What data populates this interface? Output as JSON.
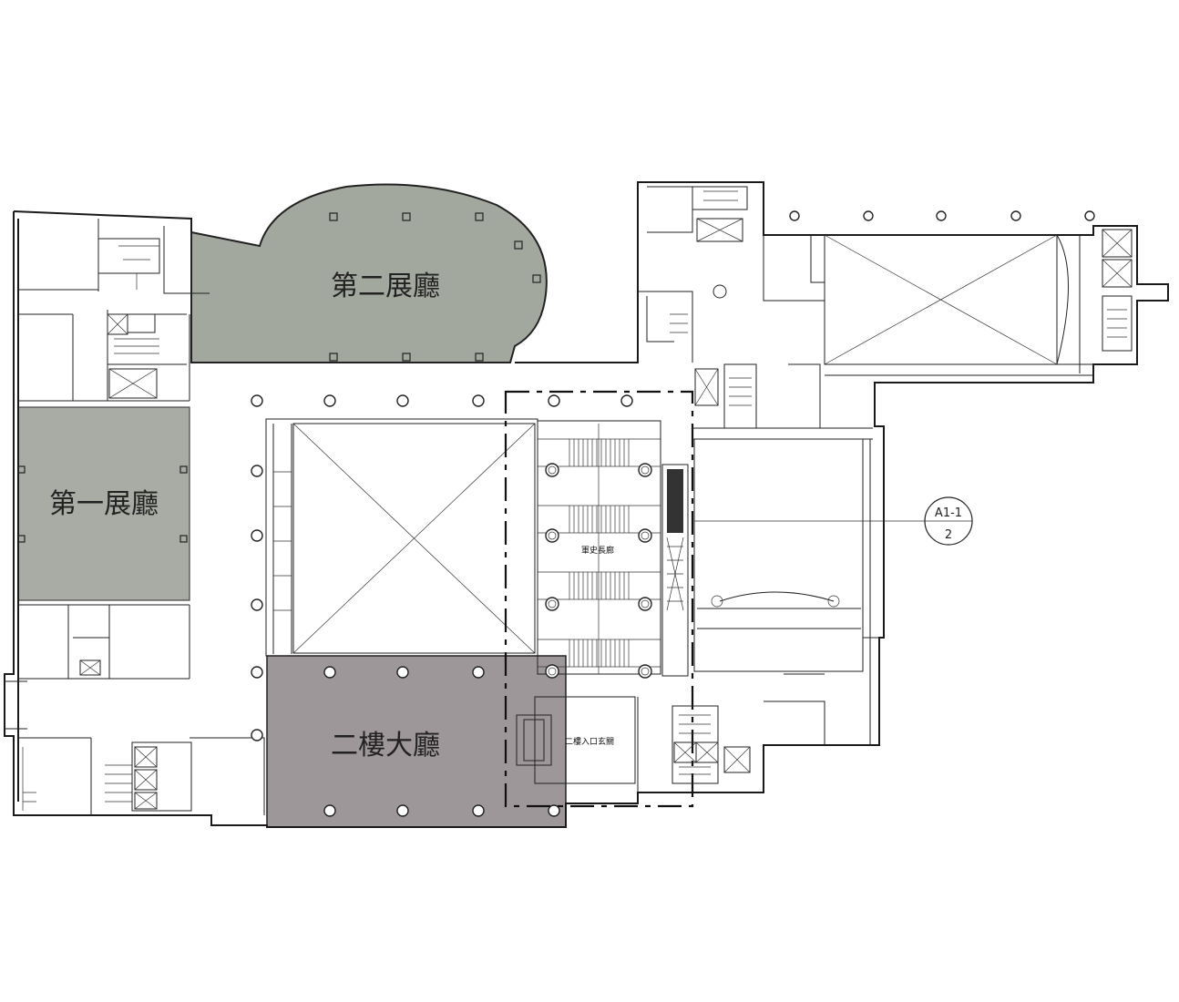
{
  "rooms": {
    "gallery_1": {
      "label": "第一展廳",
      "fill": "#a8aca4"
    },
    "gallery_2": {
      "label": "第二展廳",
      "fill": "#a3a89f"
    },
    "lobby_2f": {
      "label": "二樓大廳",
      "fill": "#9e979a"
    }
  },
  "labels": {
    "history_corridor": "軍史長廊",
    "entrance_foyer": "二樓入口玄關"
  },
  "section_tag": {
    "top": "A1-1",
    "bottom": "2"
  }
}
